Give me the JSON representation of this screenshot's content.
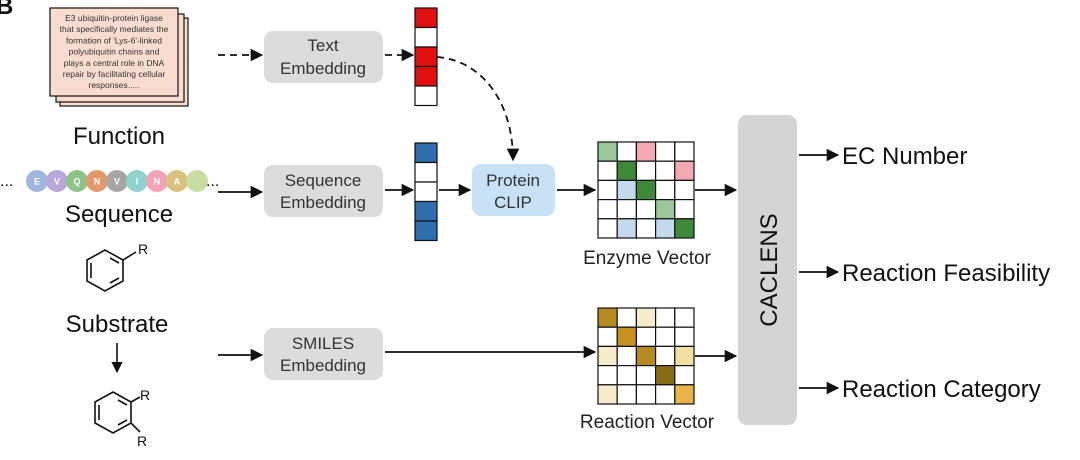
{
  "panel_letter": "B",
  "function_note": {
    "lines": [
      "E3 ubiquitin-protein ligase",
      "that specifically mediates the",
      "formation of 'Lys-6'-linked",
      "polyubiquitin chains and",
      "plays a central role in DNA",
      "repair by facilitating cellular",
      "responses....."
    ]
  },
  "inputs": {
    "function": "Function",
    "sequence": "Sequence",
    "substrate": "Substrate"
  },
  "sequence_beads": {
    "leading": "...",
    "trailing": "...",
    "letters": [
      "E",
      "V",
      "Q",
      "N",
      "V",
      "I",
      "N",
      "A"
    ],
    "colors": [
      "#9fb7de",
      "#b9a7d8",
      "#8cc48a",
      "#e39a6b",
      "#a6a6a6",
      "#8fd3cf",
      "#f3a3b5",
      "#d9c27e",
      "#c9dca1"
    ]
  },
  "molecule_labels": {
    "r1": "R",
    "r2": "R",
    "r3": "R",
    "arrow": "↓"
  },
  "embeddings": {
    "text": [
      "Text",
      "Embedding"
    ],
    "sequence": [
      "Sequence",
      "Embedding"
    ],
    "smiles": [
      "SMILES",
      "Embedding"
    ]
  },
  "protein_clip": [
    "Protein",
    "CLIP"
  ],
  "vectors": {
    "enzyme": "Enzyme Vector",
    "reaction": "Reaction Vector",
    "text_cells": [
      "#e01010",
      "#ffffff",
      "#e01010",
      "#e01010",
      "#ffffff"
    ],
    "seq_cells": [
      "#2f6fad",
      "#ffffff",
      "#ffffff",
      "#2f6fad",
      "#2f6fad"
    ]
  },
  "enzyme_grid": [
    [
      "#9cc79a",
      "#ffffff",
      "#f2a9b4",
      "#ffffff",
      "#ffffff"
    ],
    [
      "#ffffff",
      "#3f8a3a",
      "#ffffff",
      "#ffffff",
      "#f2a9b4"
    ],
    [
      "#ffffff",
      "#c4d8ee",
      "#3f8a3a",
      "#ffffff",
      "#ffffff"
    ],
    [
      "#ffffff",
      "#ffffff",
      "#ffffff",
      "#9cc79a",
      "#ffffff"
    ],
    [
      "#ffffff",
      "#c4d8ee",
      "#ffffff",
      "#c4d8ee",
      "#3f8a3a"
    ]
  ],
  "reaction_grid": [
    [
      "#b58a1f",
      "#ffffff",
      "#f6eccb",
      "#ffffff",
      "#ffffff"
    ],
    [
      "#ffffff",
      "#c8901e",
      "#ffffff",
      "#ffffff",
      "#ffffff"
    ],
    [
      "#f6eccb",
      "#ffffff",
      "#b58a1f",
      "#ffffff",
      "#f2dfa4"
    ],
    [
      "#ffffff",
      "#ffffff",
      "#ffffff",
      "#8a6a14",
      "#ffffff"
    ],
    [
      "#f6eccb",
      "#ffffff",
      "#ffffff",
      "#ffffff",
      "#e6b54a"
    ]
  ],
  "model": "CACLENS",
  "outputs": [
    "EC Number",
    "Reaction Feasibility",
    "Reaction Category"
  ],
  "colors": {
    "box_fill": "#dcdcdc",
    "clip_fill": "#c9e1f5",
    "model_fill": "#d4d4d4",
    "note_fill": "#f9dcd0",
    "line": "#111111"
  }
}
